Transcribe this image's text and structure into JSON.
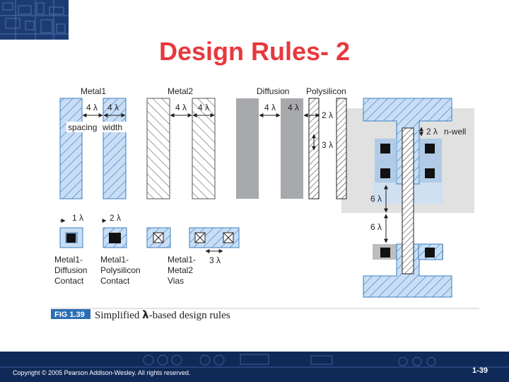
{
  "slide": {
    "title": "Design Rules- 2",
    "copyright": "Copyright © 2005 Pearson Addison-Wesley. All rights reserved.",
    "page_number": "1-39"
  },
  "figure": {
    "tag": "FIG 1.39",
    "caption_pre": "Simplified ",
    "caption_lambda": "λ",
    "caption_post": "-based design rules",
    "layers": {
      "metal1": "Metal1",
      "metal2": "Metal2",
      "diffusion": "Diffusion",
      "polysilicon": "Polysilicon",
      "nwell": "n-well"
    },
    "rules": {
      "m1_spacing_value": "4 λ",
      "m1_width_value": "4 λ",
      "spacing_word": "spacing",
      "width_word": "width",
      "m2_spacing_value": "4 λ",
      "m2_width_value": "4 λ",
      "diff_spacing_value": "4 λ",
      "diff_poly_value": "4 λ",
      "poly_width_value": "2 λ",
      "poly_overlap_value": "3 λ",
      "contact_margin_value": "1 λ",
      "poly_contact_margin_value": "2 λ",
      "via_spacing_value": "3 λ",
      "well_margin_value": "2 λ",
      "well_spacing_top_value": "6 λ",
      "well_spacing_bottom_value": "6 λ"
    },
    "contacts": {
      "diffusion_contact": [
        "Metal1-",
        "Diffusion",
        "Contact"
      ],
      "poly_contact": [
        "Metal1-",
        "Polysilicon",
        "Contact"
      ],
      "vias": [
        "Metal1-",
        "Metal2",
        "Vias"
      ]
    }
  }
}
